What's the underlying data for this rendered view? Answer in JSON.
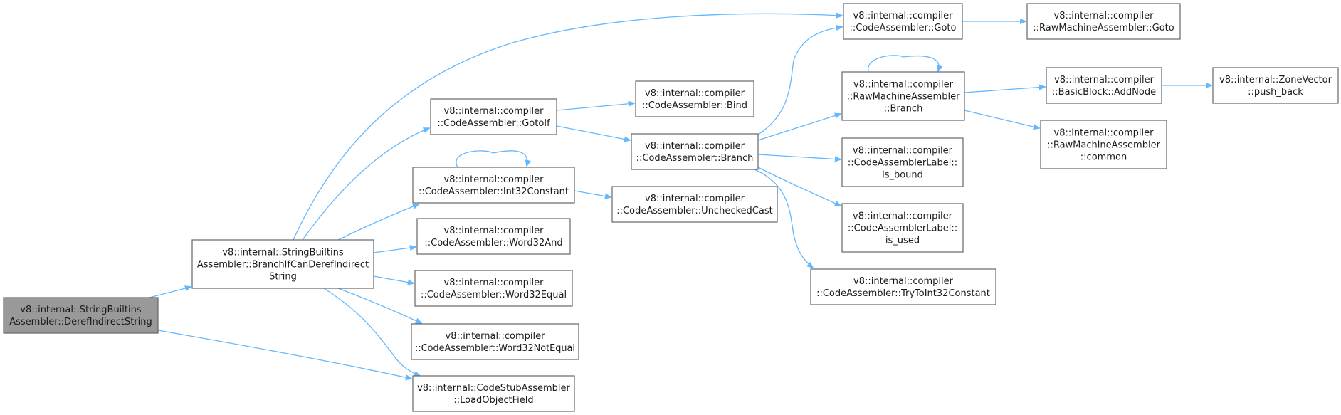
{
  "diagram": {
    "colors": {
      "edge": "#63b8ff",
      "node_border": "#666666",
      "root_fill": "#999999",
      "node_fill": "#ffffff"
    },
    "nodes": [
      {
        "id": "n0",
        "lines": [
          "v8::internal::StringBuiltins",
          "Assembler::DerefIndirectString"
        ],
        "root": true
      },
      {
        "id": "n1",
        "lines": [
          "v8::internal::StringBuiltins",
          "Assembler::BranchIfCanDerefIndirect",
          "String"
        ]
      },
      {
        "id": "n2",
        "lines": [
          "v8::internal::CodeStubAssembler",
          "::LoadObjectField"
        ]
      },
      {
        "id": "n3",
        "lines": [
          "v8::internal::compiler",
          "::CodeAssembler::Goto"
        ]
      },
      {
        "id": "n4",
        "lines": [
          "v8::internal::compiler",
          "::CodeAssembler::GotoIf"
        ]
      },
      {
        "id": "n5",
        "lines": [
          "v8::internal::compiler",
          "::CodeAssembler::Int32Constant"
        ]
      },
      {
        "id": "n6",
        "lines": [
          "v8::internal::compiler",
          "::CodeAssembler::Word32And"
        ]
      },
      {
        "id": "n7",
        "lines": [
          "v8::internal::compiler",
          "::CodeAssembler::Word32Equal"
        ]
      },
      {
        "id": "n8",
        "lines": [
          "v8::internal::compiler",
          "::CodeAssembler::Word32NotEqual"
        ]
      },
      {
        "id": "n9",
        "lines": [
          "v8::internal::compiler",
          "::RawMachineAssembler::Goto"
        ]
      },
      {
        "id": "n10",
        "lines": [
          "v8::internal::compiler",
          "::CodeAssembler::Bind"
        ]
      },
      {
        "id": "n11",
        "lines": [
          "v8::internal::compiler",
          "::CodeAssembler::Branch"
        ]
      },
      {
        "id": "n12",
        "lines": [
          "v8::internal::compiler",
          "::RawMachineAssembler",
          "::Branch"
        ]
      },
      {
        "id": "n13",
        "lines": [
          "v8::internal::compiler",
          "::CodeAssemblerLabel::",
          "is_bound"
        ]
      },
      {
        "id": "n14",
        "lines": [
          "v8::internal::compiler",
          "::CodeAssemblerLabel::",
          "is_used"
        ]
      },
      {
        "id": "n15",
        "lines": [
          "v8::internal::compiler",
          "::CodeAssembler::TryToInt32Constant"
        ]
      },
      {
        "id": "n16",
        "lines": [
          "v8::internal::compiler",
          "::BasicBlock::AddNode"
        ]
      },
      {
        "id": "n17",
        "lines": [
          "v8::internal::compiler",
          "::RawMachineAssembler",
          "::common"
        ]
      },
      {
        "id": "n18",
        "lines": [
          "v8::internal::ZoneVector",
          "::push_back"
        ]
      },
      {
        "id": "n19",
        "lines": [
          "v8::internal::compiler",
          "::CodeAssembler::UncheckedCast"
        ]
      }
    ],
    "edges": [
      [
        "n0",
        "n1"
      ],
      [
        "n0",
        "n2"
      ],
      [
        "n1",
        "n3"
      ],
      [
        "n1",
        "n4"
      ],
      [
        "n1",
        "n5"
      ],
      [
        "n1",
        "n6"
      ],
      [
        "n1",
        "n7"
      ],
      [
        "n1",
        "n8"
      ],
      [
        "n1",
        "n2"
      ],
      [
        "n3",
        "n9"
      ],
      [
        "n4",
        "n10"
      ],
      [
        "n4",
        "n11"
      ],
      [
        "n5",
        "n5"
      ],
      [
        "n5",
        "n19"
      ],
      [
        "n11",
        "n3"
      ],
      [
        "n11",
        "n12"
      ],
      [
        "n11",
        "n13"
      ],
      [
        "n11",
        "n14"
      ],
      [
        "n11",
        "n15"
      ],
      [
        "n12",
        "n12"
      ],
      [
        "n12",
        "n16"
      ],
      [
        "n12",
        "n17"
      ],
      [
        "n16",
        "n18"
      ]
    ]
  }
}
